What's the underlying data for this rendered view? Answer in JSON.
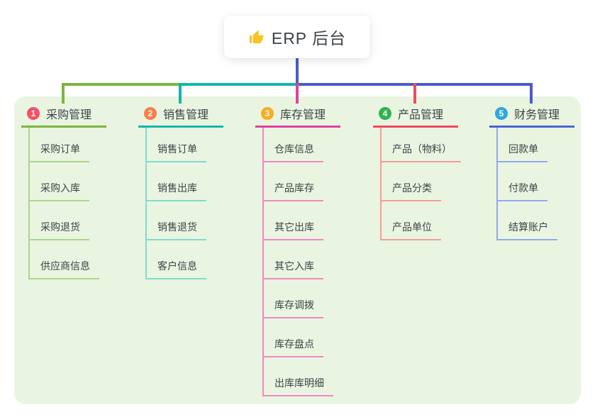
{
  "root": {
    "label": "ERP 后台",
    "icon": "thumbs-up-icon",
    "icon_color": "#f7c325"
  },
  "colors": {
    "page_bg": "#ffffff",
    "panel_bg": "#e9f5e1",
    "card_bg": "#ffffff",
    "text": "#3e4347",
    "root_line": "#4a5ccc"
  },
  "branches": [
    {
      "number": "1",
      "label": "采购管理",
      "badge_color": "#f4506a",
      "line_color": "#7cb53f",
      "child_line_color": "#a9d787",
      "children": [
        "采购订单",
        "采购入库",
        "采购退货",
        "供应商信息"
      ]
    },
    {
      "number": "2",
      "label": "销售管理",
      "badge_color": "#fa7f48",
      "line_color": "#13b7a9",
      "child_line_color": "#82d9cf",
      "children": [
        "销售订单",
        "销售出库",
        "销售退货",
        "客户信息"
      ]
    },
    {
      "number": "3",
      "label": "库存管理",
      "badge_color": "#fbab1d",
      "line_color": "#dd41a0",
      "child_line_color": "#f387c4",
      "children": [
        "仓库信息",
        "产品库存",
        "其它出库",
        "其它入库",
        "库存调拨",
        "库存盘点",
        "出库库明细"
      ]
    },
    {
      "number": "4",
      "label": "产品管理",
      "badge_color": "#2fb14f",
      "line_color": "#ee4b5e",
      "child_line_color": "#f59c9c",
      "children": [
        "产品（物料）",
        "产品分类",
        "产品单位"
      ]
    },
    {
      "number": "5",
      "label": "财务管理",
      "badge_color": "#2fa7dd",
      "line_color": "#4b63d2",
      "child_line_color": "#93a9e8",
      "children": [
        "回款单",
        "付款单",
        "结算账户"
      ]
    }
  ]
}
